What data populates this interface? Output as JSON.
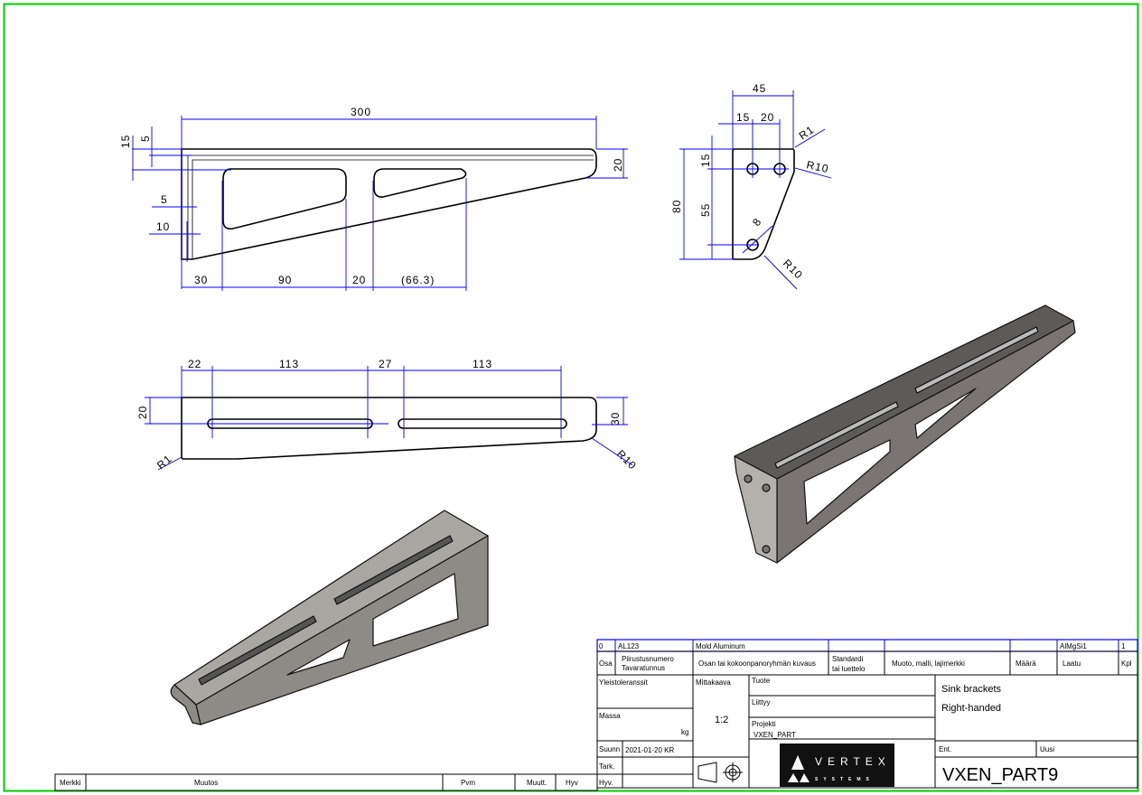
{
  "front_view": {
    "dims": {
      "overall_length": "300",
      "flange_height": "20",
      "top_15": "15",
      "top_5": "5",
      "web_5": "5",
      "web_10": "10",
      "d30": "30",
      "d90": "90",
      "d20": "20",
      "d66": "(66.3)"
    }
  },
  "side_view": {
    "dims": {
      "width": "45",
      "h15": "15",
      "h20": "20",
      "height": "80",
      "v15": "15",
      "v55": "55",
      "r1": "R1",
      "r10_top": "R10",
      "hole": "8",
      "r10_bottom": "R10"
    }
  },
  "top_view": {
    "dims": {
      "d22": "22",
      "d113a": "113",
      "d27": "27",
      "d113b": "113",
      "h20": "20",
      "h30": "30",
      "r1": "R1",
      "r10": "R10"
    }
  },
  "title_block": {
    "row0": {
      "osa": "0",
      "number": "AL123",
      "description": "Mold Aluminum",
      "quality": "AlMgSi1",
      "qty": "1"
    },
    "headers": {
      "osa": "Osa",
      "number_l1": "Piirustusnumero",
      "number_l2": "Tavaratunnus",
      "description": "Osan tai kokoonpanoryhmän kuvaus",
      "standard_l1": "Standardi",
      "standard_l2": "tai luettelo",
      "form": "Muoto, malli, lajimerkki",
      "amount": "Määrä",
      "quality": "Laatu",
      "qty": "Kpl"
    },
    "tolerances_label": "Yleistoleranssit",
    "mass_label": "Massa",
    "mass_unit": "kg",
    "scale_label": "Mittakaava",
    "scale_value": "1:2",
    "product_label": "Tuote",
    "related_label": "Liittyy",
    "project_label": "Projekti",
    "project_value": "VXEN_PART",
    "title_l1": "Sink brackets",
    "title_l2": "Right-handed",
    "designed_label": "Suunn",
    "designed_value": "2021-01-20 KR",
    "checked_label": "Tark.",
    "approved_label": "Hyv.",
    "previous_label": "Ent.",
    "new_label": "Uusi",
    "drawing_number": "VXEN_PART9",
    "logo_text": "VERTEX",
    "logo_sub": "SYSTEMS"
  },
  "revision_bar": {
    "mark": "Merkki",
    "change": "Muutos",
    "date": "Pvm",
    "changed": "Muutt.",
    "approved": "Hyv"
  },
  "colors": {
    "frame": "#00cc00",
    "dimension": "#0000ff",
    "part_top": "#8a8682",
    "part_face": "#a9a5a0"
  }
}
